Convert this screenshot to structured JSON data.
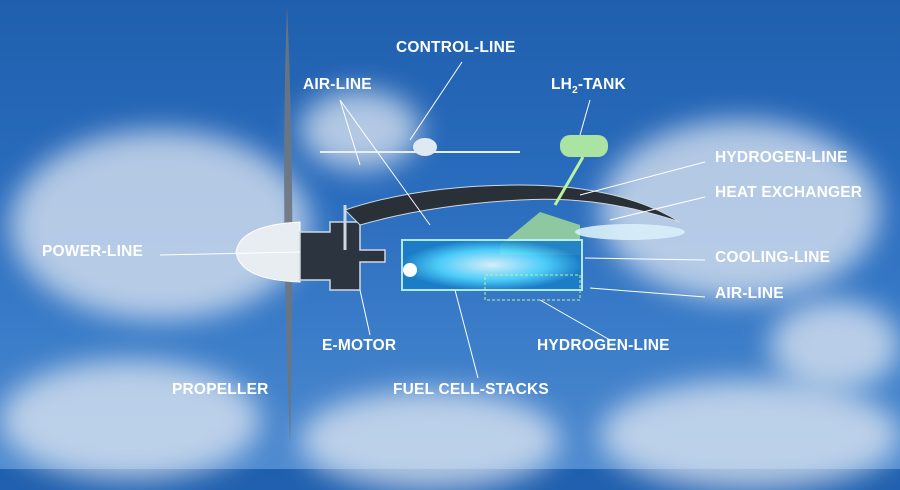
{
  "labels": {
    "control_line": "CONTROL-LINE",
    "air_line_top": "AIR-LINE",
    "lh2_tank_prefix": "LH",
    "lh2_tank_sub": "2",
    "lh2_tank_suffix": "-TANK",
    "hydrogen_line_top": "HYDROGEN-LINE",
    "heat_exchanger": "HEAT EXCHANGER",
    "power_line": "POWER-LINE",
    "cooling_line": "COOLING-LINE",
    "air_line_right": "AIR-LINE",
    "e_motor": "E-MOTOR",
    "hydrogen_line_bottom": "HYDROGEN-LINE",
    "propeller": "PROPELLER",
    "fuel_cell_stacks": "FUEL CELL-STACKS"
  },
  "colors": {
    "sky": "#2a6cbd",
    "fuel_cell_glow": "#4fd6ff",
    "hydrogen": "#b9f2a0"
  }
}
